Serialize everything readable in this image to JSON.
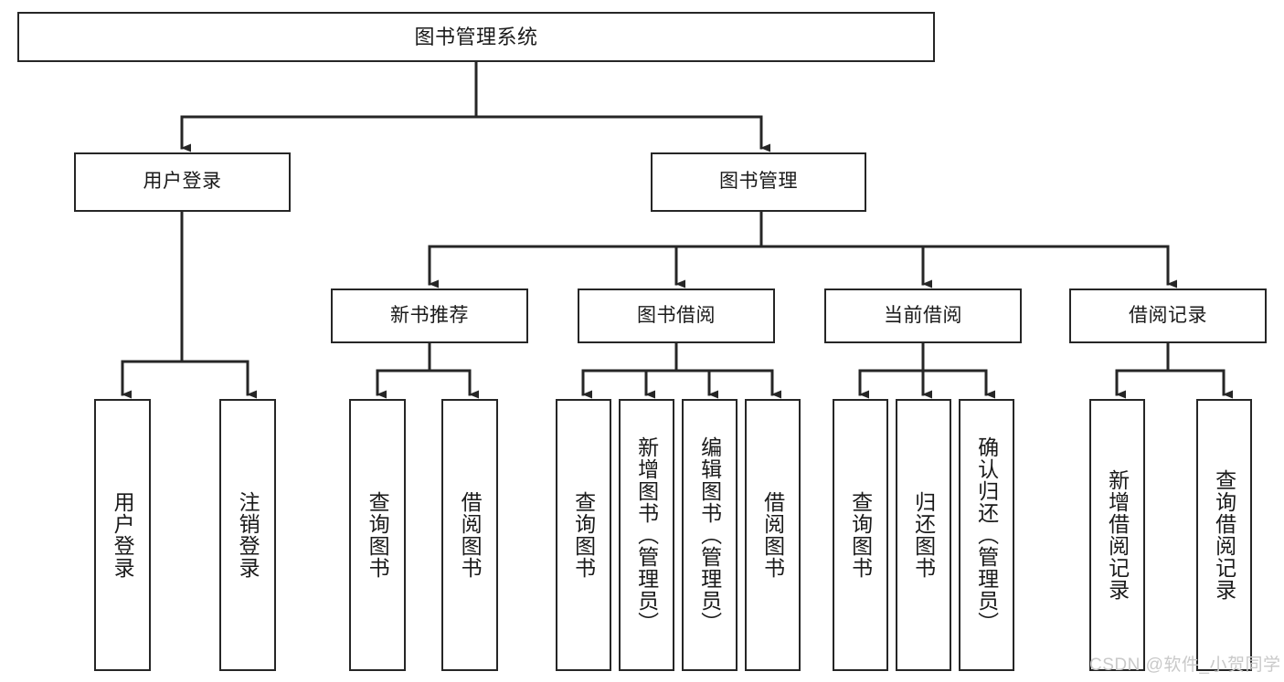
{
  "diagram": {
    "title": "图书管理系统",
    "type": "hierarchy-tree",
    "watermark": "CSDN @软件_小贺同学",
    "colors": {
      "box_border": "#262626",
      "box_fill": "#ffffff",
      "text": "#1a1a1a",
      "edge": "#262626",
      "watermark": "#c9c9c9",
      "background": "#ffffff"
    },
    "levels": {
      "root": {
        "label": "图书管理系统"
      },
      "level2": [
        {
          "label": "用户登录"
        },
        {
          "label": "图书管理"
        }
      ],
      "level3": [
        {
          "label": "新书推荐"
        },
        {
          "label": "图书借阅"
        },
        {
          "label": "当前借阅"
        },
        {
          "label": "借阅记录"
        }
      ],
      "leaves": {
        "user_login": [
          {
            "label": "用户登录"
          },
          {
            "label": "注销登录"
          }
        ],
        "new_book_recommend": [
          {
            "label": "查询图书"
          },
          {
            "label": "借阅图书"
          }
        ],
        "book_borrow": [
          {
            "label": "查询图书"
          },
          {
            "label": "新增图书（管理员）"
          },
          {
            "label": "编辑图书（管理员）"
          },
          {
            "label": "借阅图书"
          }
        ],
        "current_borrow": [
          {
            "label": "查询图书"
          },
          {
            "label": "归还图书"
          },
          {
            "label": "确认归还（管理员）"
          }
        ],
        "borrow_record": [
          {
            "label": "新增借阅记录"
          },
          {
            "label": "查询借阅记录"
          }
        ]
      }
    }
  }
}
